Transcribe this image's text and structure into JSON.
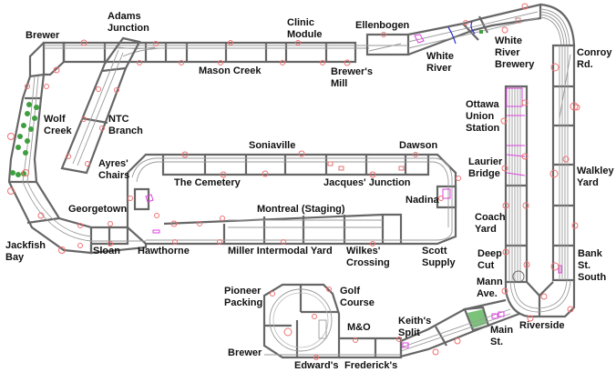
{
  "diagram": {
    "title": "Model railroad track plan",
    "colors": {
      "benchwork": "#666666",
      "track": "#9a9a9a",
      "marker": "#f07070",
      "trees": "#3f9f3f",
      "structure": "#e040e0",
      "bridge": "#3030d0"
    },
    "labels": {
      "adams_junction": "Adams\nJunction",
      "brewer_top": "Brewer",
      "clinic_module": "Clinic\nModule",
      "ellenbogen": "Ellenbogen",
      "mason_creek": "Mason Creek",
      "brewers_mill": "Brewer's\nMill",
      "white_river": "White\nRiver",
      "white_river_brewery": "White\nRiver\nBrewery",
      "conroy_rd": "Conroy\nRd.",
      "wolf_creek": "Wolf\nCreek",
      "ntc_branch": "NTC\nBranch",
      "ottawa_union_station": "Ottawa\nUnion\nStation",
      "soniaville": "Soniaville",
      "dawson": "Dawson",
      "ayres_chairs": "Ayres'\nChairs",
      "the_cemetery": "The Cemetery",
      "jacques_junction": "Jacques' Junction",
      "laurier_bridge": "Laurier\nBridge",
      "walkley_yard": "Walkley\nYard",
      "nadina": "Nadina",
      "georgetown": "Georgetown",
      "montreal_staging": "Montreal (Staging)",
      "coach_yard": "Coach\nYard",
      "jackfish_bay": "Jackfish\nBay",
      "sloan": "Sloan",
      "hawthorne": "Hawthorne",
      "miller_intermodal_yard": "Miller Intermodal Yard",
      "wilkes_crossing": "Wilkes'\nCrossing",
      "scott_supply": "Scott\nSupply",
      "deep_cut": "Deep\nCut",
      "bank_st_south": "Bank\nSt.\nSouth",
      "mann_ave": "Mann\nAve.",
      "pioneer_packing": "Pioneer\nPacking",
      "golf_course": "Golf\nCourse",
      "riverside": "Riverside",
      "keiths_split": "Keith's\nSplit",
      "mo": "M&O",
      "main_st": "Main\nSt.",
      "brewer_bottom": "Brewer",
      "edwards": "Edward's",
      "fredericks": "Frederick's"
    }
  }
}
